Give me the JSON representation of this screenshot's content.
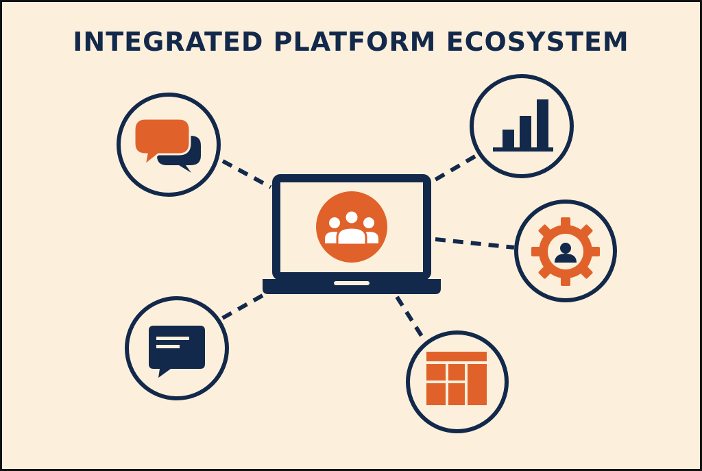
{
  "title": "INTEGRATED PLATFORM ECOSYSTEM",
  "colors": {
    "background": "#fcf0dc",
    "navy": "#13294b",
    "orange": "#e0622a",
    "frame": "#111111"
  },
  "hub": {
    "icon": "laptop-icon",
    "screen_icon": "user-group-icon"
  },
  "nodes": [
    {
      "id": "chat",
      "icon": "chat-bubbles-icon"
    },
    {
      "id": "analytics",
      "icon": "bar-chart-icon"
    },
    {
      "id": "user-settings",
      "icon": "gear-user-icon"
    },
    {
      "id": "message",
      "icon": "message-bubble-icon"
    },
    {
      "id": "layout",
      "icon": "grid-layout-icon"
    }
  ]
}
